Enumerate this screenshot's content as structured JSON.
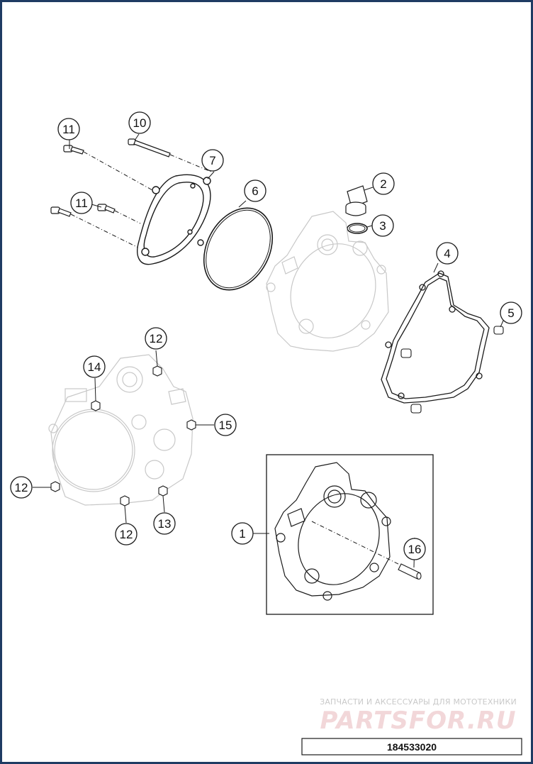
{
  "callouts": [
    {
      "num": "1",
      "part": "clutch-cover-assembly"
    },
    {
      "num": "2",
      "part": "oil-filler-plug"
    },
    {
      "num": "3",
      "part": "o-ring-small"
    },
    {
      "num": "4",
      "part": "cover-gasket"
    },
    {
      "num": "5",
      "part": "dowel-sleeve"
    },
    {
      "num": "6",
      "part": "o-ring-large"
    },
    {
      "num": "7",
      "part": "outer-cover-ring"
    },
    {
      "num": "10",
      "part": "long-bolt"
    },
    {
      "num": "11",
      "part": "bolt-top"
    },
    {
      "num": "11",
      "part": "bolt-bottom"
    },
    {
      "num": "12",
      "part": "nut-top"
    },
    {
      "num": "12",
      "part": "nut-left"
    },
    {
      "num": "12",
      "part": "nut-bottom"
    },
    {
      "num": "13",
      "part": "nut-lower-right"
    },
    {
      "num": "14",
      "part": "nut-upper"
    },
    {
      "num": "15",
      "part": "nut-right"
    },
    {
      "num": "16",
      "part": "dowel-pin"
    }
  ],
  "watermark": {
    "subtitle": "ЗАПЧАСТИ И АКСЕССУАРЫ ДЛЯ МОТОТЕХНИКИ",
    "brand": "PARTSFOR.RU"
  },
  "document_number": "184533020",
  "colors": {
    "line": "#1a1a1a",
    "ghost": "#c8c8c8",
    "frame": "#1f3b63",
    "watermark": "#f2d7d9"
  }
}
